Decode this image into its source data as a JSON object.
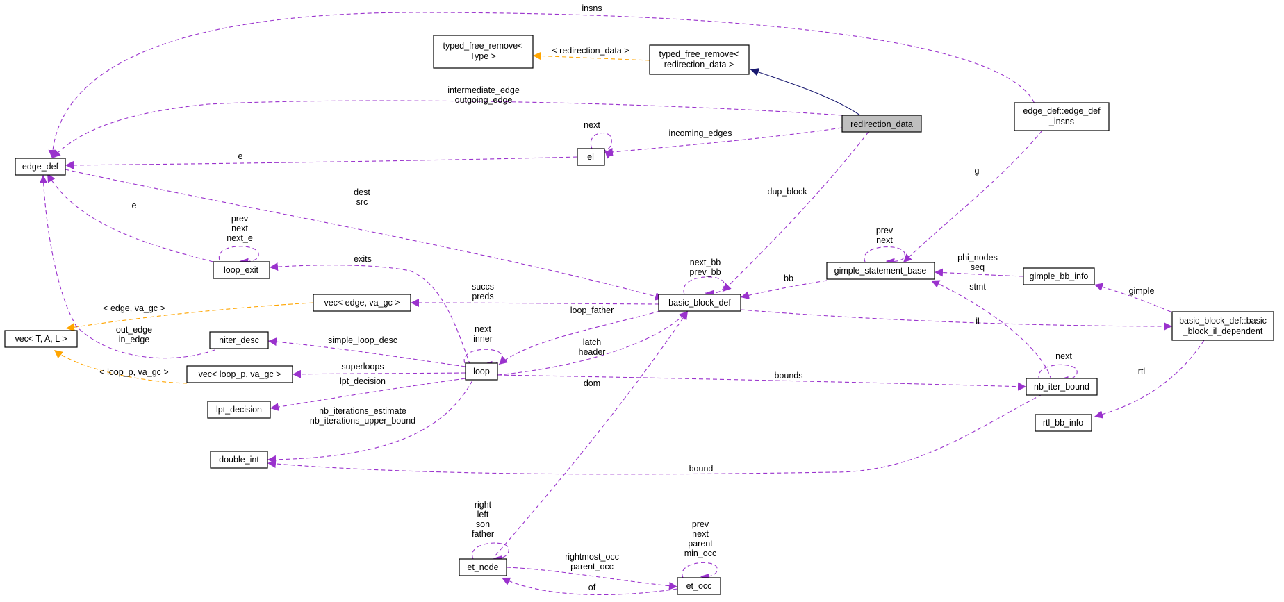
{
  "colors": {
    "member": "#9a32cd",
    "template": "#ffa500",
    "inherit": "#191970",
    "focus_fill": "#bfbfbf"
  },
  "nodes": {
    "typed_free_remove_type": [
      "typed_free_remove<",
      "Type >"
    ],
    "typed_free_remove_redirection": [
      "typed_free_remove<",
      "redirection_data >"
    ],
    "redirection_data": [
      "redirection_data"
    ],
    "edge_def_insns": [
      "edge_def::edge_def",
      "_insns"
    ],
    "edge_def": [
      "edge_def"
    ],
    "el": [
      "el"
    ],
    "loop_exit": [
      "loop_exit"
    ],
    "gimple_statement_base": [
      "gimple_statement_base"
    ],
    "vec_edge": [
      "vec< edge, va_gc >"
    ],
    "basic_block_def": [
      "basic_block_def"
    ],
    "gimple_bb_info": [
      "gimple_bb_info"
    ],
    "vec_T": [
      "vec< T, A, L >"
    ],
    "niter_desc": [
      "niter_desc"
    ],
    "basic_block_il_dependent": [
      "basic_block_def::basic",
      "_block_il_dependent"
    ],
    "loop": [
      "loop"
    ],
    "vec_loop": [
      "vec< loop_p, va_gc >"
    ],
    "nb_iter_bound": [
      "nb_iter_bound"
    ],
    "lpt_decision": [
      "lpt_decision"
    ],
    "rtl_bb_info": [
      "rtl_bb_info"
    ],
    "double_int": [
      "double_int"
    ],
    "et_node": [
      "et_node"
    ],
    "et_occ": [
      "et_occ"
    ]
  },
  "edge_labels": {
    "insns": [
      "insns"
    ],
    "redirection_tmpl": [
      "< redirection_data >"
    ],
    "intermediate": [
      "intermediate_edge",
      "outgoing_edge"
    ],
    "el_next": [
      "next"
    ],
    "incoming_edges": [
      "incoming_edges"
    ],
    "e_el": [
      "e"
    ],
    "g": [
      "g"
    ],
    "dest_src": [
      "dest",
      "src"
    ],
    "dup_block": [
      "dup_block"
    ],
    "e_loop_exit": [
      "e"
    ],
    "loop_exit_self": [
      "prev",
      "next",
      "next_e"
    ],
    "gsb_self": [
      "prev",
      "next"
    ],
    "exits": [
      "exits"
    ],
    "bb_self": [
      "next_bb",
      "prev_bb"
    ],
    "phi_seq": [
      "phi_nodes",
      "seq"
    ],
    "bb": [
      "bb"
    ],
    "edge_vagc": [
      "< edge, va_gc >"
    ],
    "succs_preds": [
      "succs",
      "preds"
    ],
    "stmt": [
      "stmt"
    ],
    "gimple": [
      "gimple"
    ],
    "loop_father": [
      "loop_father"
    ],
    "loop_self": [
      "next",
      "inner"
    ],
    "il": [
      "il"
    ],
    "out_in_edge": [
      "out_edge",
      "in_edge"
    ],
    "simple_loop_desc": [
      "simple_loop_desc"
    ],
    "latch_header": [
      "latch",
      "header"
    ],
    "nb_self": [
      "next"
    ],
    "superloops": [
      "superloops"
    ],
    "loop_p_vagc": [
      "< loop_p, va_gc >"
    ],
    "bounds": [
      "bounds"
    ],
    "rtl": [
      "rtl"
    ],
    "lpt_decision_lbl": [
      "lpt_decision"
    ],
    "dom": [
      "dom"
    ],
    "nb_iterations": [
      "nb_iterations_estimate",
      "nb_iterations_upper_bound"
    ],
    "bound": [
      "bound"
    ],
    "et_node_self": [
      "right",
      "left",
      "son",
      "father"
    ],
    "et_occ_self": [
      "prev",
      "next",
      "parent",
      "min_occ"
    ],
    "rightmost": [
      "rightmost_occ",
      "parent_occ"
    ],
    "of": [
      "of"
    ]
  }
}
